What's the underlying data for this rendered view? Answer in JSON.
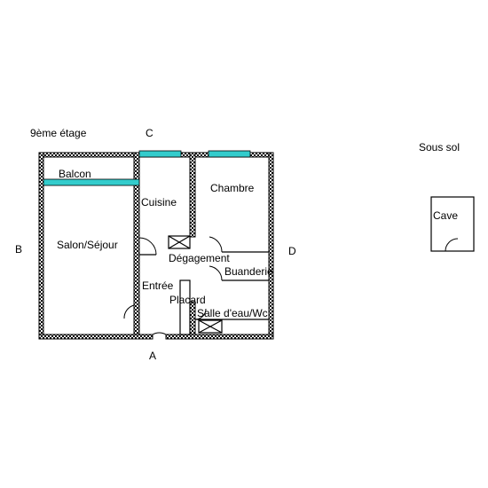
{
  "floor_label": "9ème étage",
  "basement_label": "Sous sol",
  "compass": {
    "north": "C",
    "south": "A",
    "west": "B",
    "east": "D"
  },
  "rooms": {
    "balcon": "Balcon",
    "salon": "Salon/Séjour",
    "cuisine": "Cuisine",
    "chambre": "Chambre",
    "degagement": "Dégagement",
    "buanderie": "Buanderie",
    "entree": "Entrée",
    "placard": "Placard",
    "salle_eau": "Salle d'eau/Wc",
    "cave": "Cave"
  },
  "colors": {
    "window": "#33cccc",
    "wall": "#000000"
  }
}
